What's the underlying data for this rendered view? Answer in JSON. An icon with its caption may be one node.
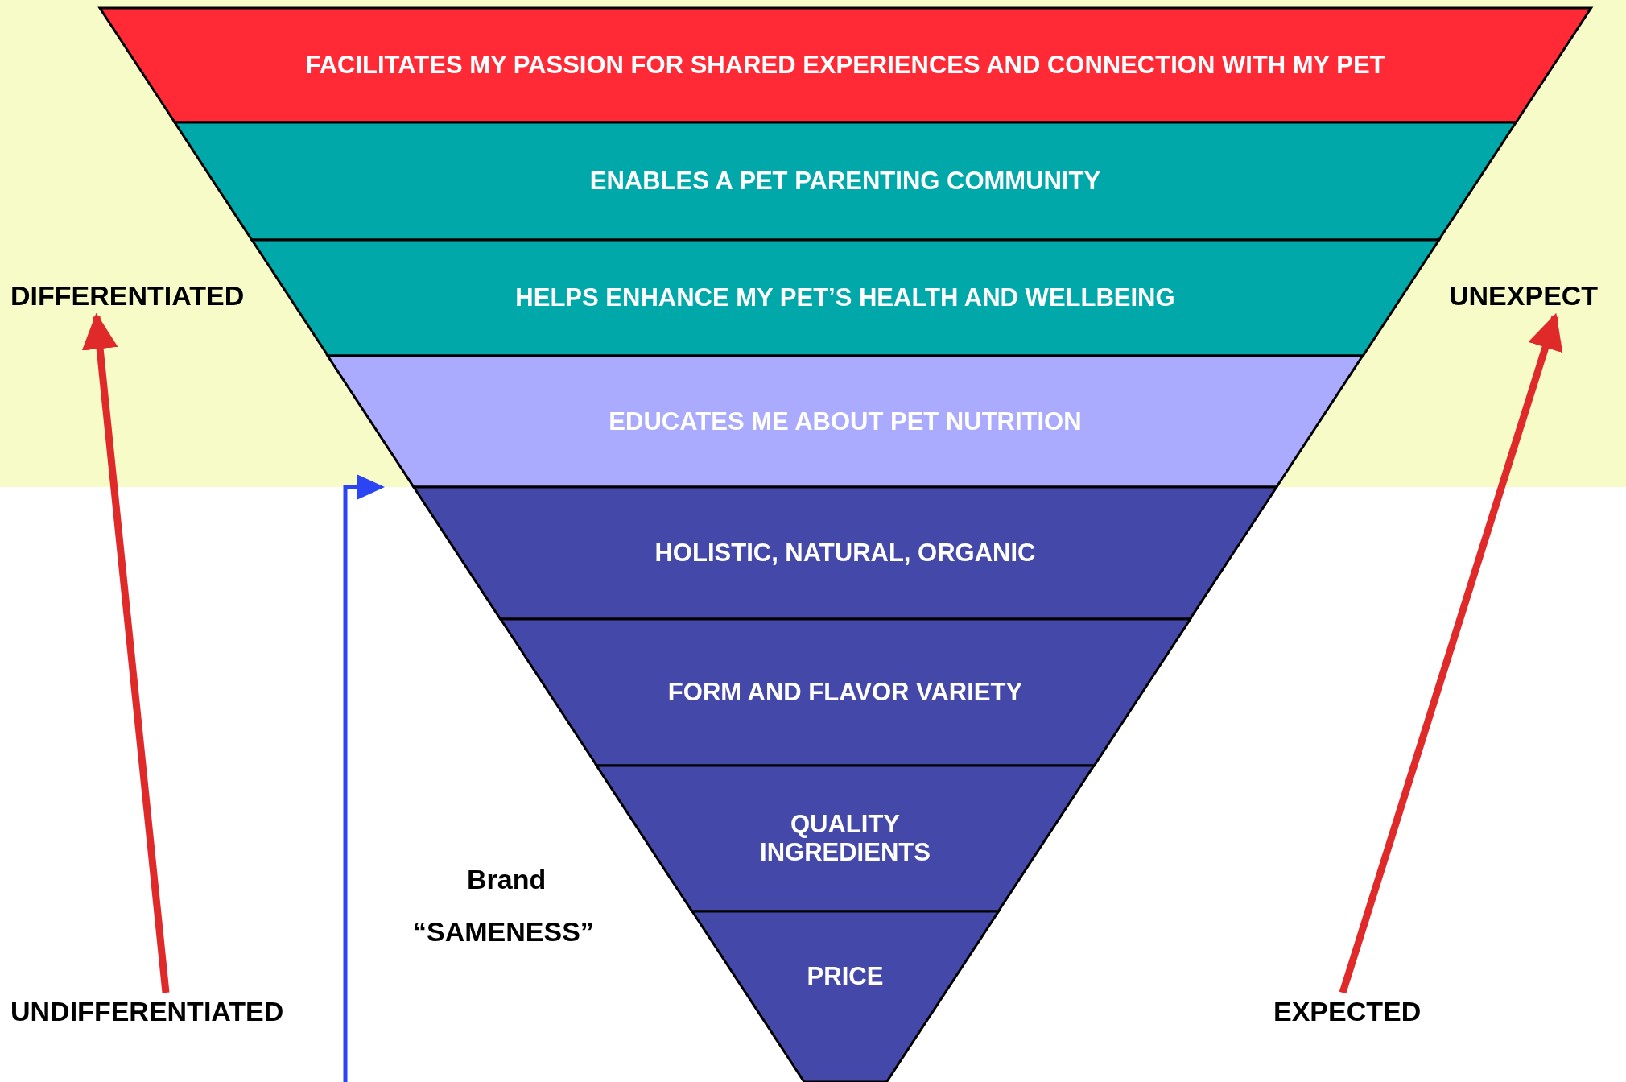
{
  "diagram": {
    "nodes": [
      {
        "text": [
          "FACILITATES MY PASSION FOR SHARED EXPERIENCES AND CONNECTION WITH MY PET"
        ]
      },
      {
        "text": [
          "ENABLES A PET PARENTING COMMUNITY"
        ]
      },
      {
        "text": [
          "HELPS ENHANCE MY PET’S HEALTH AND WELLBEING"
        ]
      },
      {
        "text": [
          "EDUCATES ME ABOUT PET NUTRITION"
        ]
      },
      {
        "text": [
          "HOLISTIC, NATURAL, ORGANIC"
        ]
      },
      {
        "text": [
          "FORM AND FLAVOR VARIETY"
        ]
      },
      {
        "text": [
          "QUALITY INGREDIENTS"
        ]
      },
      {
        "text": [
          "PRICE"
        ]
      },
      {
        "text": [
          "DIFFERENTIATED"
        ]
      },
      {
        "text": [
          "UNEXPECT"
        ]
      },
      {
        "text": [
          "UNDIFFERENTIATED"
        ]
      },
      {
        "text": [
          "EXPECTED"
        ]
      }
    ],
    "edges": [
      {
        "from": 10,
        "to": 8,
        "arrow": "to"
      },
      {
        "from": 11,
        "to": 9,
        "arrow": "to"
      }
    ],
    "labels": [
      "Brand",
      "“SAMENESS”"
    ]
  }
}
